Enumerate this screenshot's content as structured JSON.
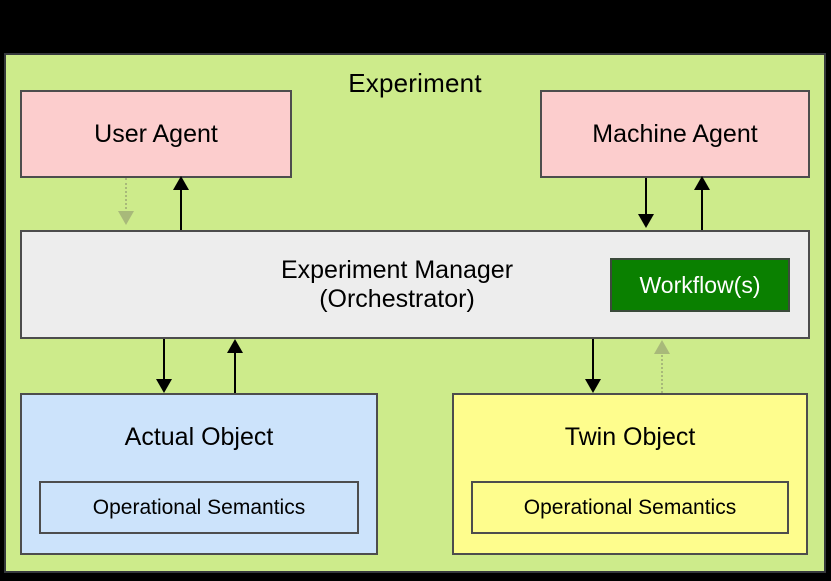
{
  "diagram": {
    "title": "Experiment",
    "nodes": {
      "user_agent": {
        "label": "User Agent"
      },
      "machine_agent": {
        "label": "Machine Agent"
      },
      "experiment_manager": {
        "label": "Experiment Manager\n(Orchestrator)"
      },
      "workflows": {
        "label": "Workflow(s)"
      },
      "actual_object": {
        "label": "Actual Object",
        "inner_label": "Operational Semantics"
      },
      "twin_object": {
        "label": "Twin Object",
        "inner_label": "Operational Semantics"
      }
    },
    "colors": {
      "container_bg": "#cdeb8b",
      "agent_bg": "#fccdcd",
      "manager_bg": "#ededed",
      "workflows_bg": "#0a8000",
      "actual_bg": "#cce3fb",
      "twin_bg": "#fefd8d",
      "border": "#4d4d4d",
      "arrow": "#000000",
      "arrow_faded": "#a8b97a",
      "page_bg": "#000000"
    },
    "edges": [
      {
        "name": "external-to-user-agent",
        "from": "external",
        "to": "user_agent",
        "style": "solid",
        "direction": "down"
      },
      {
        "name": "external-to-machine-agent",
        "from": "external",
        "to": "machine_agent",
        "style": "solid",
        "direction": "down"
      },
      {
        "name": "user-agent-to-manager",
        "from": "user_agent",
        "to": "experiment_manager",
        "style": "dotted",
        "direction": "down"
      },
      {
        "name": "manager-to-user-agent",
        "from": "experiment_manager",
        "to": "user_agent",
        "style": "solid",
        "direction": "up"
      },
      {
        "name": "machine-agent-to-manager",
        "from": "machine_agent",
        "to": "experiment_manager",
        "style": "solid",
        "direction": "down"
      },
      {
        "name": "manager-to-machine-agent",
        "from": "experiment_manager",
        "to": "machine_agent",
        "style": "solid",
        "direction": "up"
      },
      {
        "name": "manager-to-actual-object",
        "from": "experiment_manager",
        "to": "actual_object",
        "style": "solid",
        "direction": "down"
      },
      {
        "name": "actual-object-to-manager",
        "from": "actual_object",
        "to": "experiment_manager",
        "style": "solid",
        "direction": "up"
      },
      {
        "name": "manager-to-twin-object",
        "from": "experiment_manager",
        "to": "twin_object",
        "style": "solid",
        "direction": "down"
      },
      {
        "name": "twin-object-to-manager",
        "from": "twin_object",
        "to": "experiment_manager",
        "style": "dotted",
        "direction": "up"
      }
    ]
  }
}
